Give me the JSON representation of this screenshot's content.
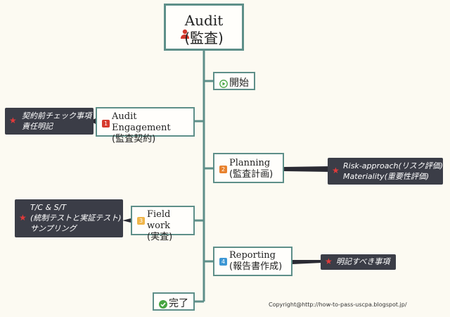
{
  "root": {
    "title": "Audit",
    "subtitle": "(監査)",
    "icon": "person-icon"
  },
  "nodes": {
    "start": {
      "label": "開始",
      "icon": "play-icon"
    },
    "engagement": {
      "badge": "1",
      "line1": "Audit Engagement",
      "line2": "(監査契約)",
      "badge_color": "#d63b2f"
    },
    "planning": {
      "badge": "2",
      "line1": "Planning",
      "line2": "(監査計画)",
      "badge_color": "#e8822e"
    },
    "fieldwork": {
      "badge": "3",
      "line1": "Field work",
      "line2": "(実査)",
      "badge_color": "#f0b64a"
    },
    "reporting": {
      "badge": "4",
      "line1": "Reporting",
      "line2": "(報告書作成)",
      "badge_color": "#3d97d4"
    },
    "end": {
      "label": "完了",
      "icon": "check-circle-icon"
    }
  },
  "notes": {
    "engagement": {
      "lines": [
        "契約前チェック事項",
        "責任明記"
      ],
      "icon": "star-icon"
    },
    "planning": {
      "lines": [
        "Risk-approach(リスク評価)",
        "Materiality(重要性評価)"
      ],
      "icon": "star-icon"
    },
    "fieldwork": {
      "lines": [
        "T/C & S/T",
        "(統制テストと実証テスト)",
        "サンプリング"
      ],
      "icon": "star-icon"
    },
    "reporting": {
      "lines": [
        "明記すべき事項"
      ],
      "icon": "star-icon"
    }
  },
  "copyright": "Copyright@http://how-to-pass-uscpa.blogspot.jp/",
  "colors": {
    "line": "#5e8f89",
    "note_bg": "#3b3d47",
    "star": "#e23a3a",
    "background": "#fcfaf2"
  }
}
